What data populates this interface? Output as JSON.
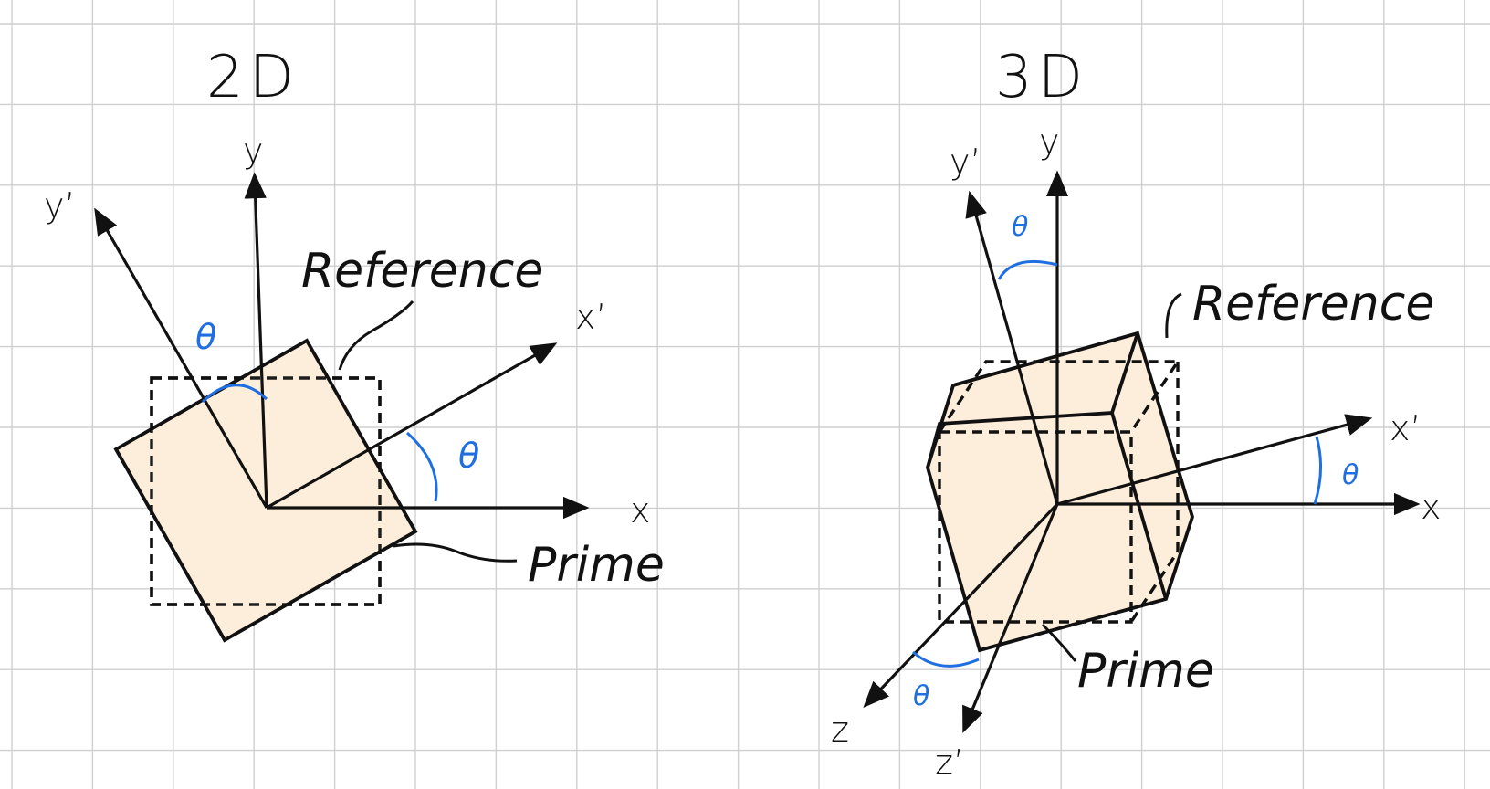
{
  "panel_2d": {
    "title": "2D",
    "label_reference": "Reference",
    "label_prime": "Prime",
    "axis_x": "x",
    "axis_y": "y",
    "axis_x_prime": "x’",
    "axis_y_prime": "y’",
    "angle_x": "θ",
    "angle_y": "θ"
  },
  "panel_3d": {
    "title": "3D",
    "label_reference": "Reference",
    "label_prime": "Prime",
    "axis_x": "x",
    "axis_y": "y",
    "axis_z": "z",
    "axis_x_prime": "x’",
    "axis_y_prime": "y’",
    "axis_z_prime": "z’",
    "angle_x": "θ",
    "angle_y": "θ",
    "angle_z": "θ"
  },
  "colors": {
    "prime_fill": "#fdeedb",
    "angle_marks": "#1f6fe0",
    "grid": "#cfcfcf",
    "ink": "#111111"
  }
}
